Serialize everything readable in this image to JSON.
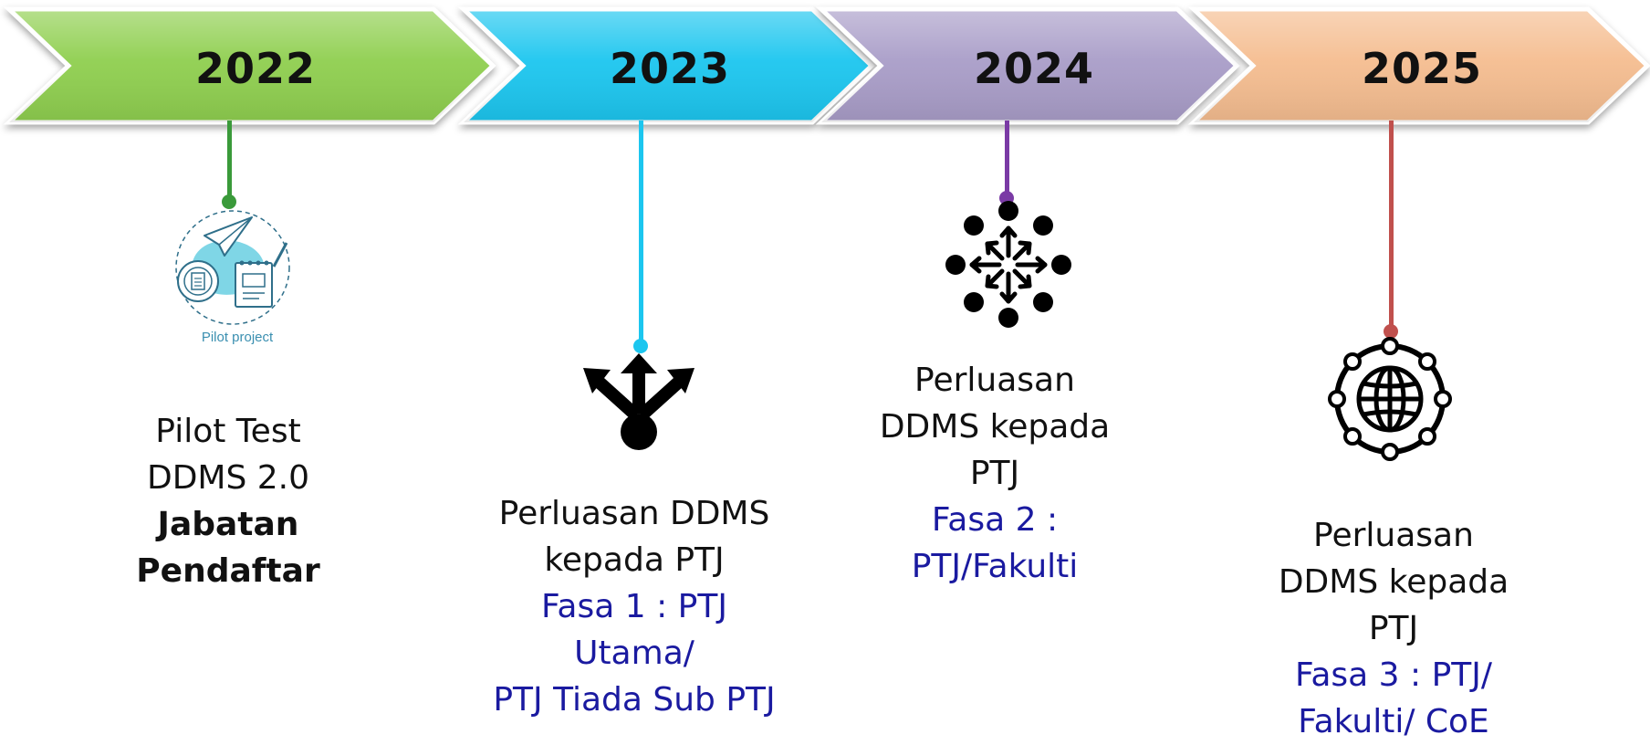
{
  "stages": [
    {
      "year": "2022",
      "color": "#8fcf4f",
      "stem_color": "#3a9a3a",
      "icon": "pilot-project-icon",
      "icon_caption": "Pilot project",
      "lines": [
        {
          "text": "Pilot Test",
          "style": "normal"
        },
        {
          "text": "DDMS 2.0",
          "style": "normal"
        },
        {
          "text": "Jabatan",
          "style": "bold"
        },
        {
          "text": "Pendaftar",
          "style": "bold"
        }
      ]
    },
    {
      "year": "2023",
      "color": "#1cc6ef",
      "stem_color": "#1cc6ef",
      "icon": "split-arrows-icon",
      "lines": [
        {
          "text": "Perluasan DDMS",
          "style": "normal"
        },
        {
          "text": "kepada PTJ",
          "style": "normal"
        },
        {
          "text": "Fasa 1 : PTJ",
          "style": "blue"
        },
        {
          "text": "Utama/",
          "style": "blue"
        },
        {
          "text": "PTJ Tiada Sub PTJ",
          "style": "blue"
        }
      ]
    },
    {
      "year": "2024",
      "color": "#a99dc8",
      "stem_color": "#7a3aa5",
      "icon": "expand-network-icon",
      "lines": [
        {
          "text": "Perluasan",
          "style": "normal"
        },
        {
          "text": "DDMS kepada",
          "style": "normal"
        },
        {
          "text": "PTJ",
          "style": "normal"
        },
        {
          "text": "Fasa 2 :",
          "style": "blue"
        },
        {
          "text": "PTJ/Fakulti",
          "style": "blue"
        }
      ]
    },
    {
      "year": "2025",
      "color": "#f5bd90",
      "stem_color": "#c0504d",
      "icon": "global-network-icon",
      "lines": [
        {
          "text": "Perluasan",
          "style": "normal"
        },
        {
          "text": "DDMS kepada",
          "style": "normal"
        },
        {
          "text": "PTJ",
          "style": "normal"
        },
        {
          "text": "Fasa 3 : PTJ/",
          "style": "blue"
        },
        {
          "text": "Fakulti/ CoE",
          "style": "blue"
        }
      ]
    }
  ]
}
